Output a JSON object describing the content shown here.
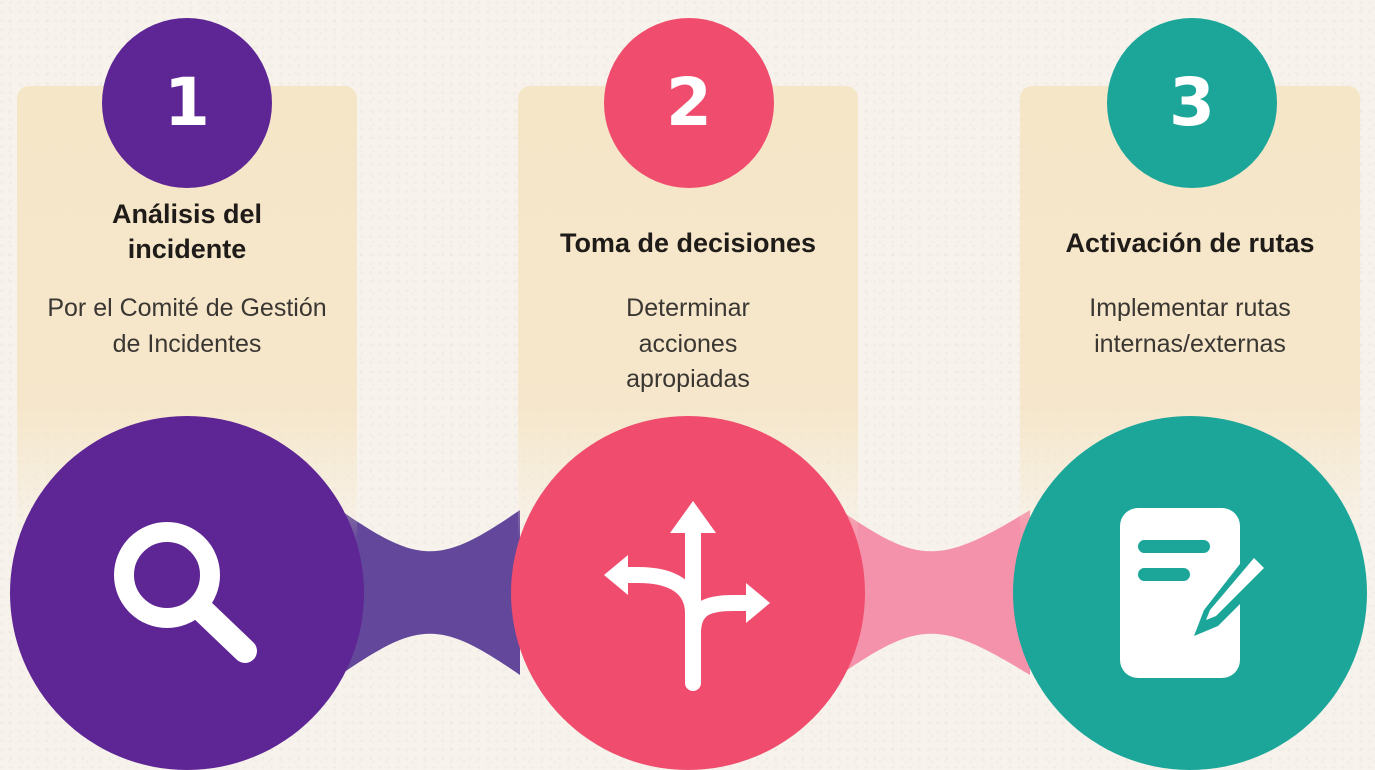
{
  "steps": [
    {
      "number": "1",
      "title": "Análisis del incidente",
      "description": "Por el Comité de Gestión de Incidentes",
      "icon": "search-icon",
      "color": "#5e2594"
    },
    {
      "number": "2",
      "title": "Toma de decisiones",
      "description": "Determinar acciones apropiadas",
      "icon": "split-arrows-icon",
      "color": "#f04d6e"
    },
    {
      "number": "3",
      "title": "Activación de rutas",
      "description": "Implementar rutas internas/externas",
      "icon": "edit-document-icon",
      "color": "#1ba699"
    }
  ],
  "connector_colors": [
    "#62479a",
    "#f592ab"
  ],
  "panel_color": "#f6e5c6",
  "background_color": "#f7f3ec"
}
